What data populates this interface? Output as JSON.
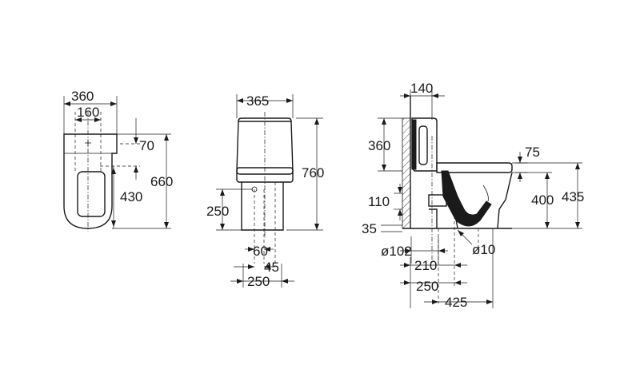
{
  "top_view": {
    "width_360": "360",
    "width_160": "160",
    "height_70": "70",
    "height_660": "660",
    "height_430": "430"
  },
  "front_view": {
    "width_365": "365",
    "height_760": "760",
    "height_250": "250",
    "width_60": "60",
    "width_45": "45",
    "width_250": "250"
  },
  "side_view": {
    "width_140": "140",
    "height_360": "360",
    "height_75": "75",
    "height_400": "400",
    "height_435": "435",
    "height_110": "110",
    "height_35": "35",
    "diameter_102": "ø102",
    "diameter_10": "ø10",
    "width_210": "210",
    "width_250": "250",
    "width_425": "425"
  }
}
